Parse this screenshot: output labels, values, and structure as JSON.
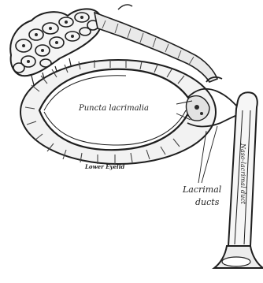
{
  "labels": {
    "puncta": "Puncta lacrimalia",
    "lower_eyelid": "Lower Eyelid",
    "lacrimal_ducts_line1": "Lacrimal",
    "lacrimal_ducts_line2": "ducts",
    "nasolacrimal_duct": "Naso-lacrimal duct"
  },
  "colors": {
    "ink": "#1e1e1e",
    "hatch": "#555555",
    "background": "#ffffff"
  }
}
